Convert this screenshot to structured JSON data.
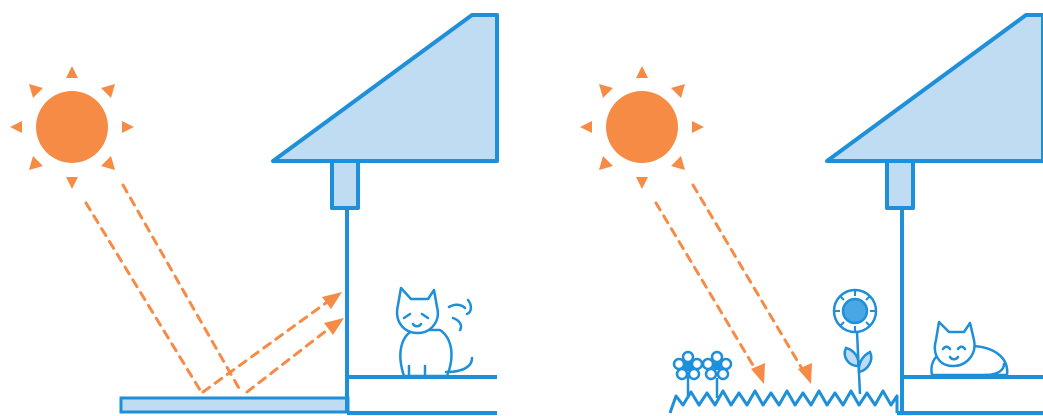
{
  "colors": {
    "sun": "#F58B45",
    "ray": "#F58B45",
    "house_fill": "#BFDCF2",
    "line": "#1E8FD9",
    "plant": "#1E8FD9",
    "sunflower_center": "#4AA7E6",
    "background": "#FFFFFF"
  },
  "panels": [
    {
      "id": "reflective-pavement",
      "ground": "pavement",
      "cat_state": "hot-sweating",
      "rays": "reflected-into-house"
    },
    {
      "id": "green-ground",
      "ground": "grass-and-flowers",
      "cat_state": "relaxed-resting",
      "rays": "absorbed-by-plants"
    }
  ]
}
